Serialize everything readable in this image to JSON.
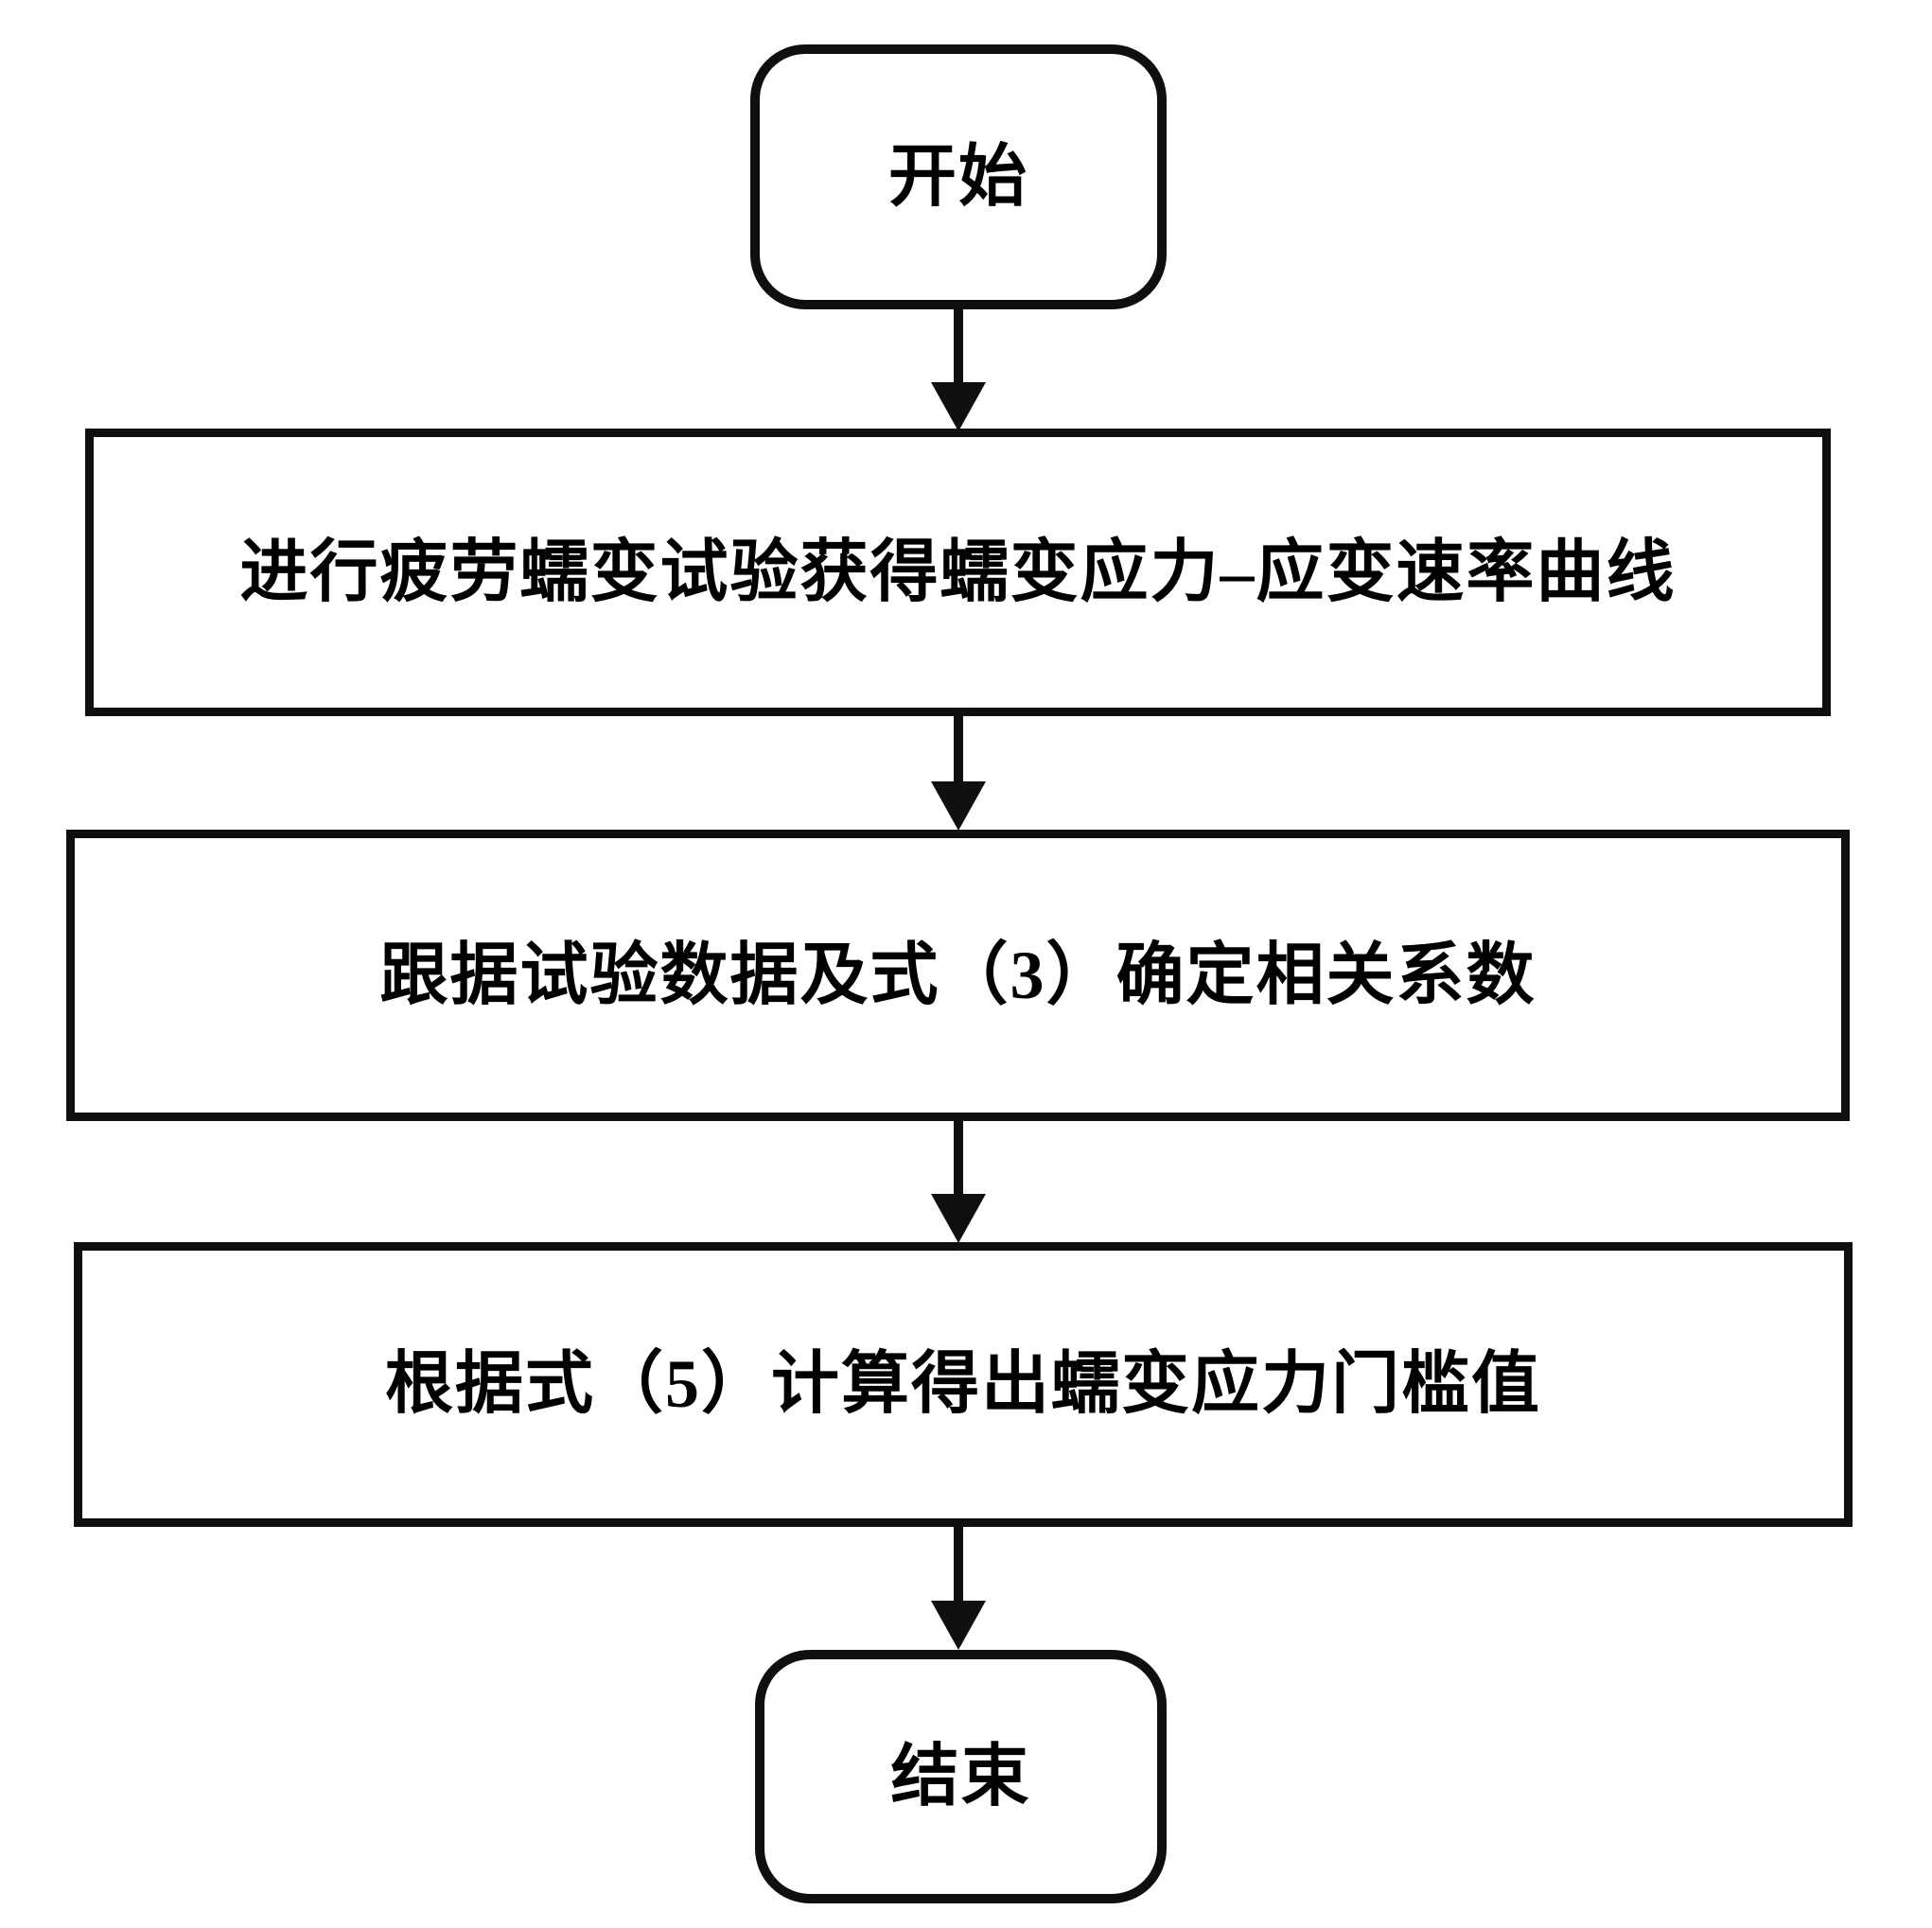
{
  "diagram": {
    "type": "flowchart",
    "direction": "top-down",
    "colors": {
      "stroke": "#0f0f0f",
      "background": "#ffffff",
      "text": "#000000"
    },
    "nodes": [
      {
        "id": "start",
        "shape": "rounded-terminal",
        "label": "开始"
      },
      {
        "id": "step1",
        "shape": "process-rect",
        "label": "进行疲劳蠕变试验获得蠕变应力–应变速率曲线"
      },
      {
        "id": "step2",
        "shape": "process-rect",
        "label": "跟据试验数据及式（3）确定相关系数"
      },
      {
        "id": "step3",
        "shape": "process-rect",
        "label": "根据式（5）计算得出蠕变应力门槛值"
      },
      {
        "id": "end",
        "shape": "rounded-terminal",
        "label": "结束"
      }
    ],
    "edges": [
      {
        "from": "start",
        "to": "step1",
        "style": "arrow-down"
      },
      {
        "from": "step1",
        "to": "step2",
        "style": "arrow-down"
      },
      {
        "from": "step2",
        "to": "step3",
        "style": "arrow-down"
      },
      {
        "from": "step3",
        "to": "end",
        "style": "arrow-down"
      }
    ]
  }
}
